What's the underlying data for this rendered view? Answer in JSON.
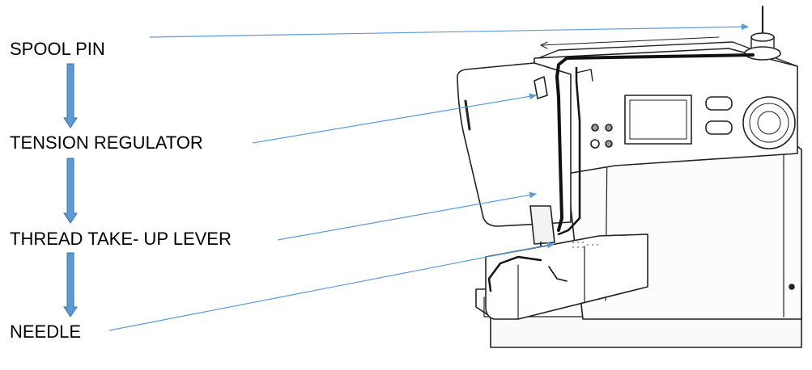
{
  "labels": {
    "spool_pin": "SPOOL PIN",
    "tension_regulator": "TENSION REGULATOR",
    "thread_take_up_lever": "THREAD TAKE- UP LEVER",
    "needle": "NEEDLE"
  },
  "colors": {
    "pointer_line": "#5b9bd5",
    "flow_arrow_fill": "#5b9bd5",
    "flow_arrow_stroke": "#41719c",
    "machine_outline": "#222222"
  },
  "icons": {
    "flow_arrow": "down-arrow-icon",
    "pointer": "pointer-arrow-icon",
    "machine": "sewing-machine-illustration"
  }
}
